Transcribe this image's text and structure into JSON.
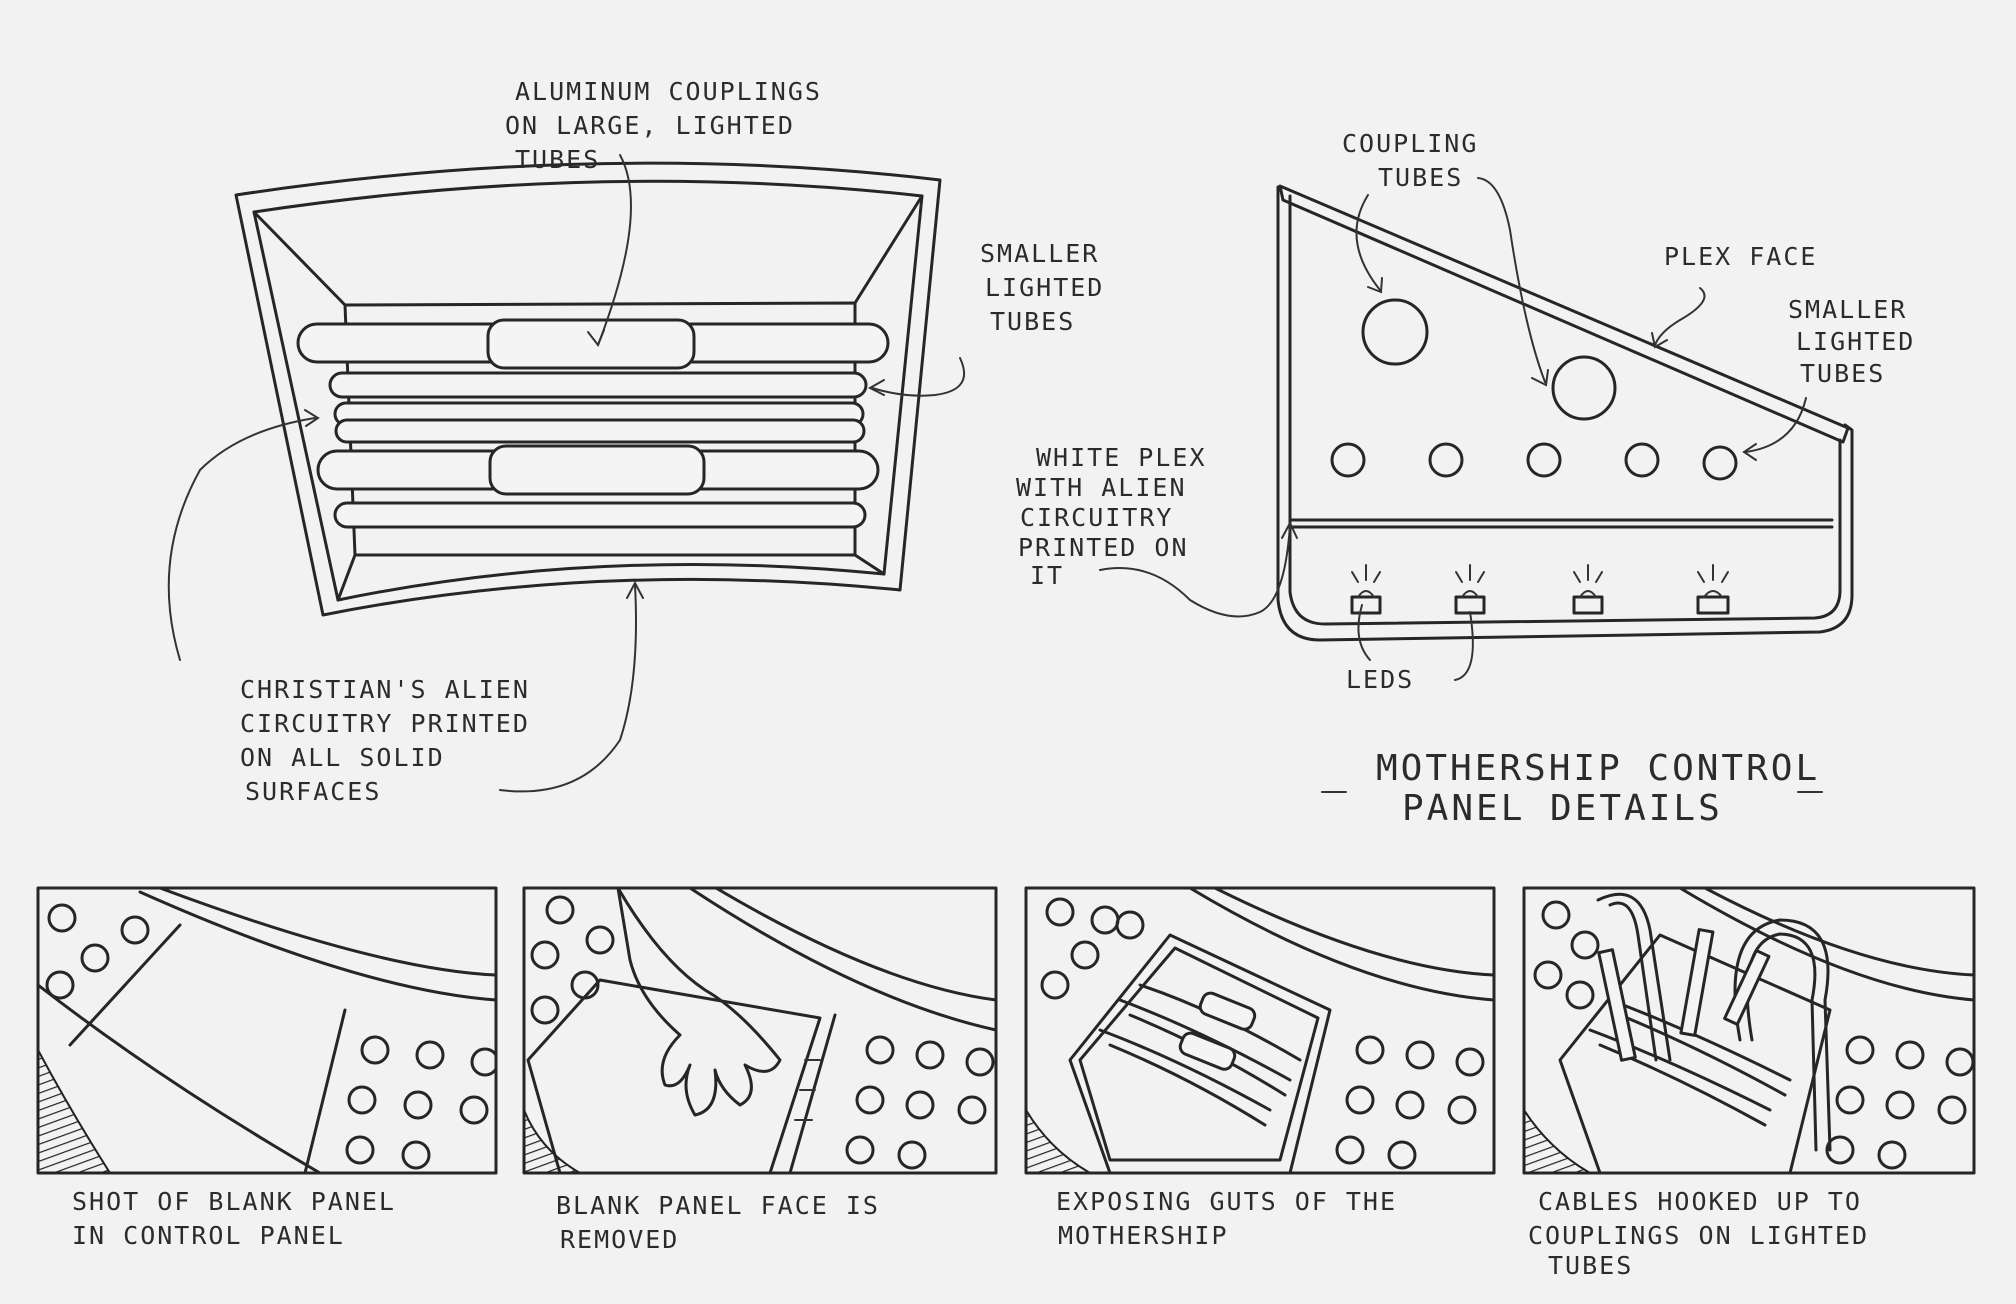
{
  "title_lines": [
    "MOTHERSHIP CONTROL",
    "PANEL DETAILS"
  ],
  "front_view": {
    "note_top": [
      "ALUMINUM COUPLINGS",
      "ON LARGE, LIGHTED",
      "TUBES"
    ],
    "note_right": [
      "SMALLER",
      "LIGHTED",
      "TUBES"
    ],
    "note_bottom": [
      "CHRISTIAN'S ALIEN",
      "CIRCUITRY PRINTED",
      "ON ALL SOLID",
      "SURFACES"
    ]
  },
  "side_view": {
    "note_coupling": [
      "COUPLING",
      "TUBES"
    ],
    "note_plex": [
      "PLEX FACE"
    ],
    "note_smaller": [
      "SMALLER",
      "LIGHTED",
      "TUBES"
    ],
    "note_white_plex": [
      "WHITE PLEX",
      "WITH ALIEN",
      "CIRCUITRY",
      "PRINTED ON",
      "IT"
    ],
    "note_leds": [
      "LEDS"
    ]
  },
  "storyboard": [
    {
      "caption": [
        "SHOT OF BLANK PANEL",
        "IN CONTROL PANEL"
      ]
    },
    {
      "caption": [
        "BLANK PANEL FACE IS",
        "REMOVED"
      ]
    },
    {
      "caption": [
        "EXPOSING GUTS OF THE",
        "MOTHERSHIP"
      ]
    },
    {
      "caption": [
        "CABLES HOOKED UP TO",
        "COUPLINGS ON LIGHTED",
        "TUBES"
      ]
    }
  ]
}
